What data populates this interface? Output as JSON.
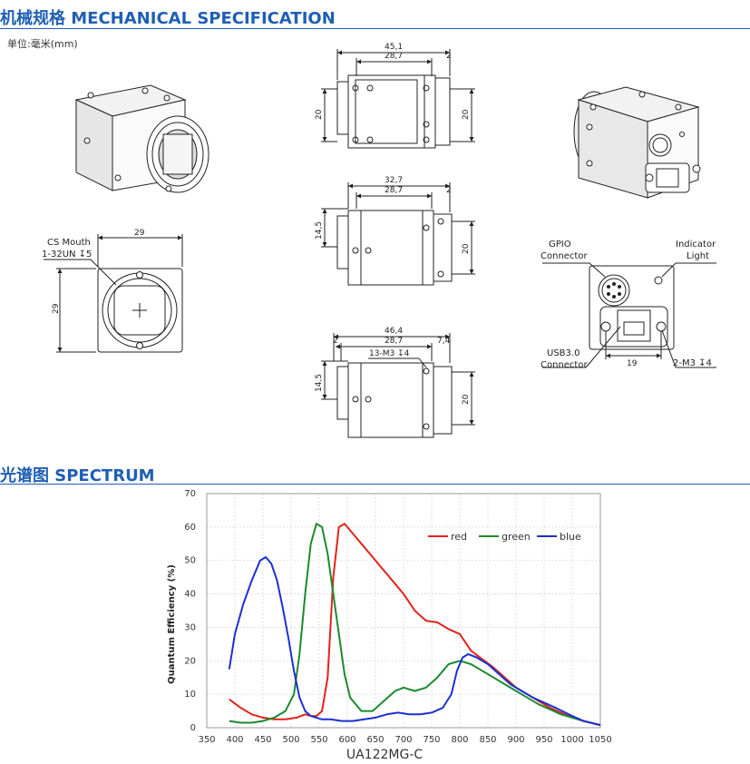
{
  "mechanical": {
    "title": "机械规格 MECHANICAL SPECIFICATION",
    "unit": "单位:毫米(mm)",
    "front_view": {
      "cs_mouth": "CS Mouth",
      "thread": "1-32UN ↧5",
      "width": "29",
      "height": "29"
    },
    "top_view": {
      "overall": "45,1",
      "body": "28,7",
      "right_gap": "2",
      "left_h": "20",
      "right_h": "20"
    },
    "side_view": {
      "overall": "32,7",
      "body": "28,7",
      "right_gap": "2",
      "left_h": "14,5",
      "right_h": "20"
    },
    "bottom_view": {
      "overall": "46,4",
      "body": "28,7",
      "left_gap": "2",
      "right_gap": "7,4",
      "screw": "13-M3 ↧4",
      "left_h": "14,5",
      "right_h": "20"
    },
    "rear_view": {
      "gpio_1": "GPIO",
      "gpio_2": "Connector",
      "ind_1": "Indicator",
      "ind_2": "Light",
      "usb_1": "USB3.0",
      "usb_2": "Connector",
      "spacing": "19",
      "screw": "2-M3 ↧4"
    }
  },
  "spectrum": {
    "title": "光谱图    SPECTRUM",
    "caption": "UA122MG-C"
  },
  "chart_data": {
    "type": "line",
    "title": "",
    "xlabel": "",
    "ylabel": "Quantum Efficiency (%)",
    "xlim": [
      350,
      1050
    ],
    "ylim": [
      0,
      70
    ],
    "xticks": [
      350,
      400,
      450,
      500,
      550,
      600,
      650,
      700,
      750,
      800,
      850,
      900,
      950,
      1000,
      1050
    ],
    "yticks": [
      0,
      10,
      20,
      30,
      40,
      50,
      60,
      70
    ],
    "grid": true,
    "legend_position": "top-right",
    "series": [
      {
        "name": "red",
        "color": "#e2231a",
        "x": [
          390,
          410,
          430,
          450,
          470,
          490,
          510,
          525,
          535,
          545,
          555,
          565,
          575,
          585,
          595,
          605,
          620,
          640,
          660,
          680,
          700,
          720,
          740,
          760,
          780,
          800,
          820,
          840,
          860,
          880,
          900,
          920,
          940,
          960,
          980,
          1000,
          1020,
          1050
        ],
        "y": [
          8.5,
          6,
          4,
          3,
          2.5,
          2.5,
          3,
          4,
          3.5,
          3.5,
          5,
          15,
          45,
          60,
          61,
          59,
          56,
          52,
          48,
          44,
          40,
          35,
          32,
          31.5,
          29.5,
          28,
          23,
          20.5,
          18,
          15,
          12,
          10,
          8,
          6,
          4.5,
          3,
          2,
          0.8
        ]
      },
      {
        "name": "green",
        "color": "#1a8a2e",
        "x": [
          390,
          410,
          430,
          450,
          470,
          490,
          505,
          515,
          525,
          535,
          545,
          555,
          565,
          575,
          585,
          595,
          605,
          625,
          645,
          665,
          685,
          700,
          720,
          740,
          760,
          780,
          800,
          820,
          840,
          860,
          880,
          900,
          920,
          940,
          960,
          980,
          1000,
          1020,
          1050
        ],
        "y": [
          2,
          1.5,
          1.5,
          2,
          3,
          5,
          10,
          22,
          40,
          55,
          61,
          60,
          52,
          40,
          28,
          16,
          9,
          5,
          5,
          8,
          11,
          12,
          11,
          12,
          15,
          19,
          20,
          19,
          17,
          15,
          13,
          11,
          9,
          7,
          5.5,
          4,
          3,
          2,
          0.8
        ]
      },
      {
        "name": "blue",
        "color": "#1c2fd6",
        "x": [
          390,
          400,
          415,
          430,
          445,
          455,
          465,
          475,
          485,
          495,
          505,
          515,
          525,
          535,
          545,
          555,
          570,
          590,
          610,
          630,
          650,
          670,
          690,
          710,
          730,
          750,
          770,
          785,
          795,
          805,
          815,
          830,
          850,
          870,
          890,
          910,
          930,
          950,
          970,
          1000,
          1020,
          1050
        ],
        "y": [
          17.5,
          28,
          37,
          44,
          50,
          51,
          49,
          44,
          36,
          27,
          17,
          9,
          5,
          3.5,
          3,
          2.5,
          2.5,
          2,
          2,
          2.5,
          3,
          4,
          4.5,
          4,
          4,
          4.5,
          6,
          10,
          17,
          21,
          22,
          21,
          19,
          16,
          13,
          11,
          9,
          7.5,
          6,
          3.5,
          2,
          0.8
        ]
      }
    ]
  }
}
